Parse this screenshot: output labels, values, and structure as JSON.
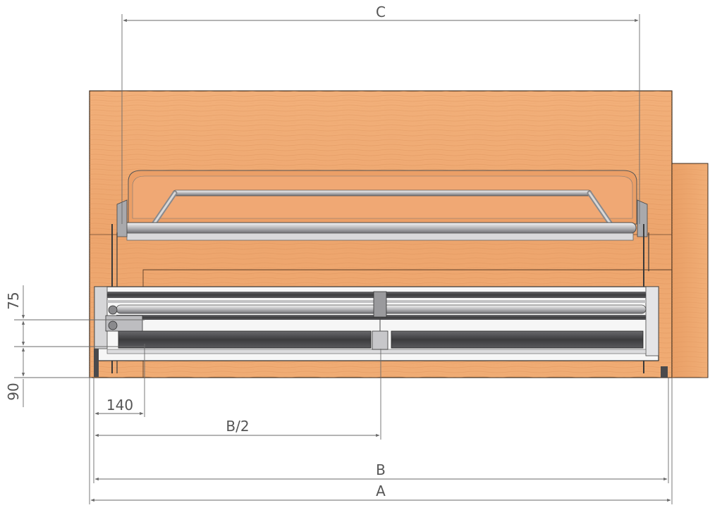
{
  "dimensions": {
    "c": "C",
    "b": "B",
    "b_half": "B/2",
    "a": "A",
    "d140": "140",
    "d75": "75",
    "d90": "90"
  },
  "colors": {
    "wood_light": "#f3b27a",
    "wood_mid": "#e9a26a",
    "wood_dark": "#d98e55",
    "metal": "#8f9094",
    "rail_dark": "#4a4a4c",
    "dim_line": "#6a6a6a"
  }
}
